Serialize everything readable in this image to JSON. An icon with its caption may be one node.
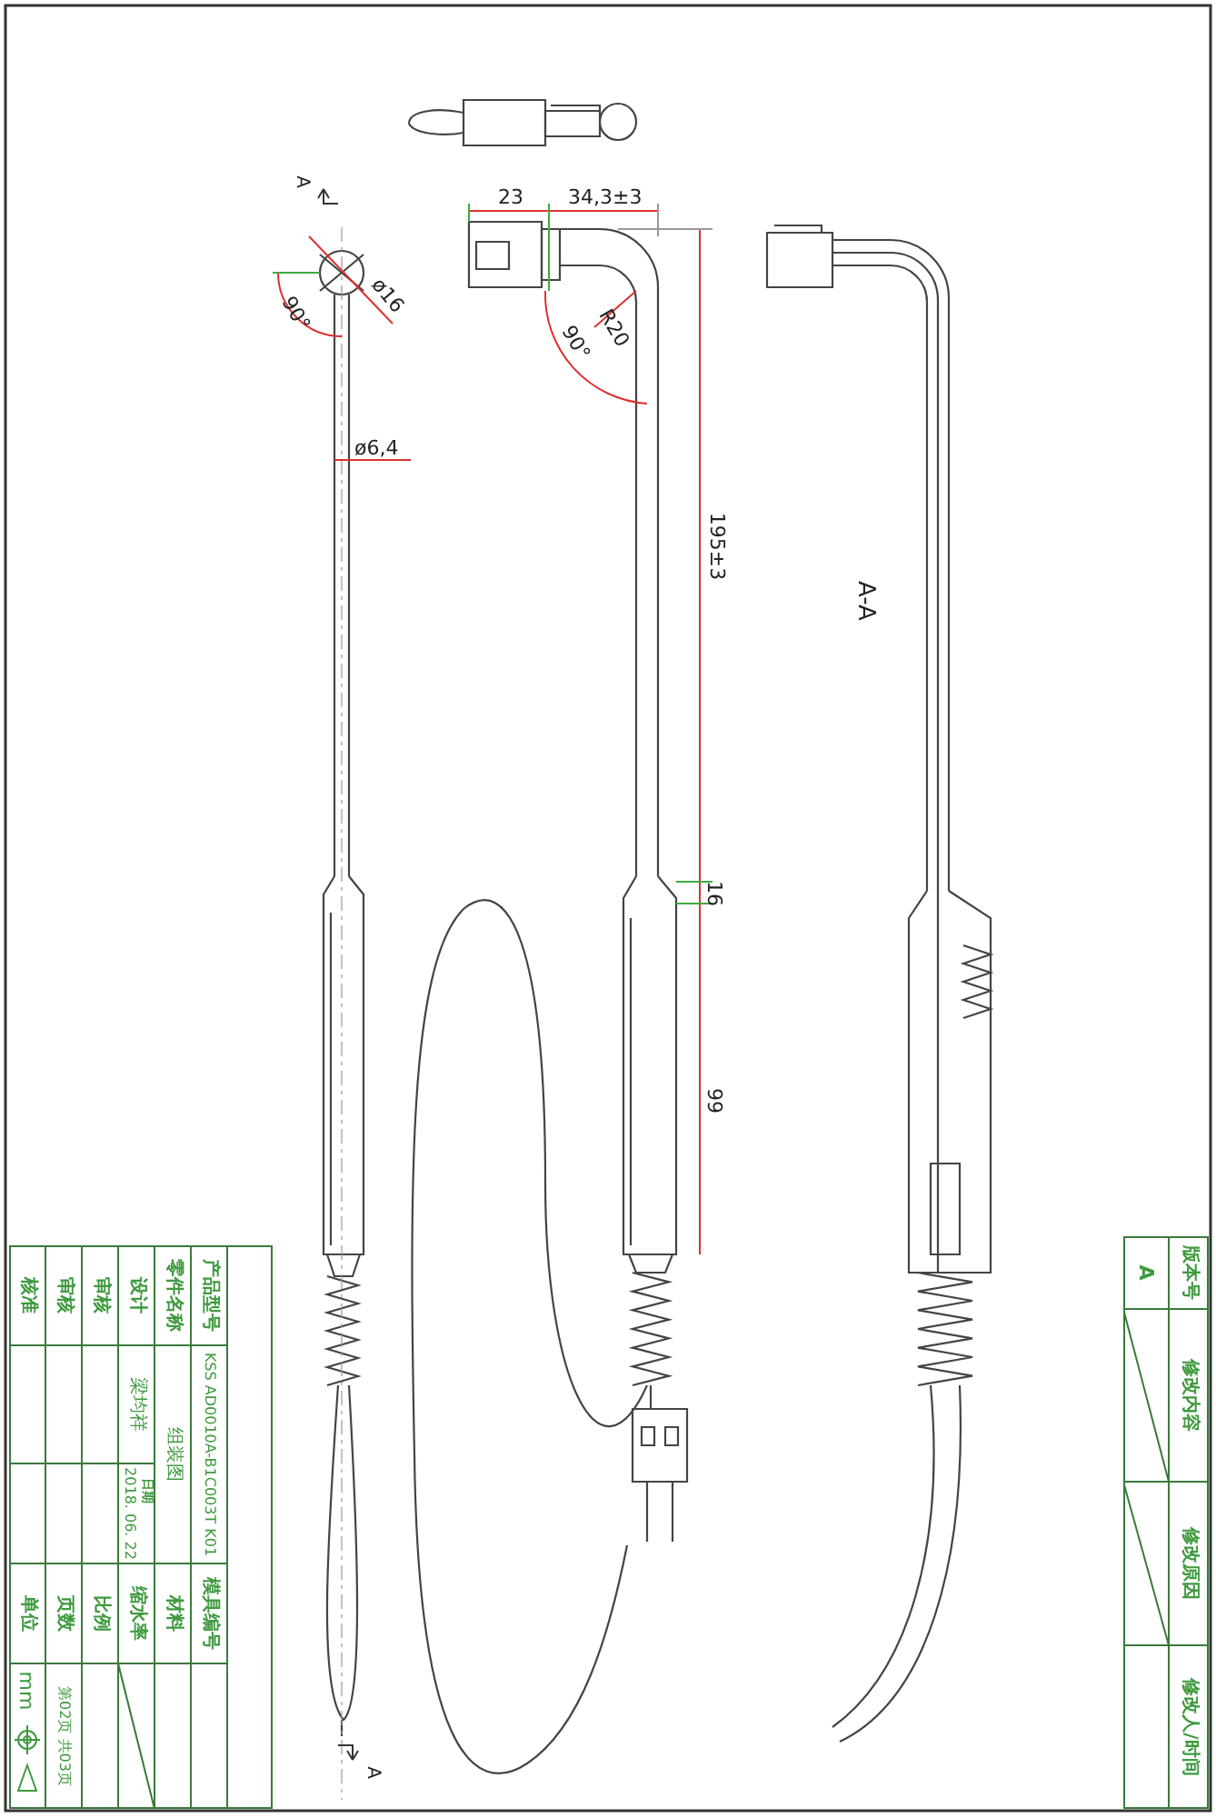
{
  "diagram": {
    "labels": [
      "A",
      "23",
      "34,3±3",
      "90°",
      "ø16",
      "R20",
      "90°",
      "ø6,4",
      "195±3",
      "A-A",
      "16",
      "99",
      "A",
      "产品型号",
      "KSS AD0010A-B1C003T K01",
      "模具编号",
      "零件名称",
      "组装图",
      "材料",
      "设计",
      "梁均祥",
      "日期",
      "2018. 06. 22",
      "缩水率",
      "审核",
      "比例",
      "审核",
      "页数",
      "第02页 共03页",
      "核准",
      "单位",
      "mm",
      "版本号",
      "修改内容",
      "修改原因",
      "修改人/时间",
      "A"
    ]
  }
}
